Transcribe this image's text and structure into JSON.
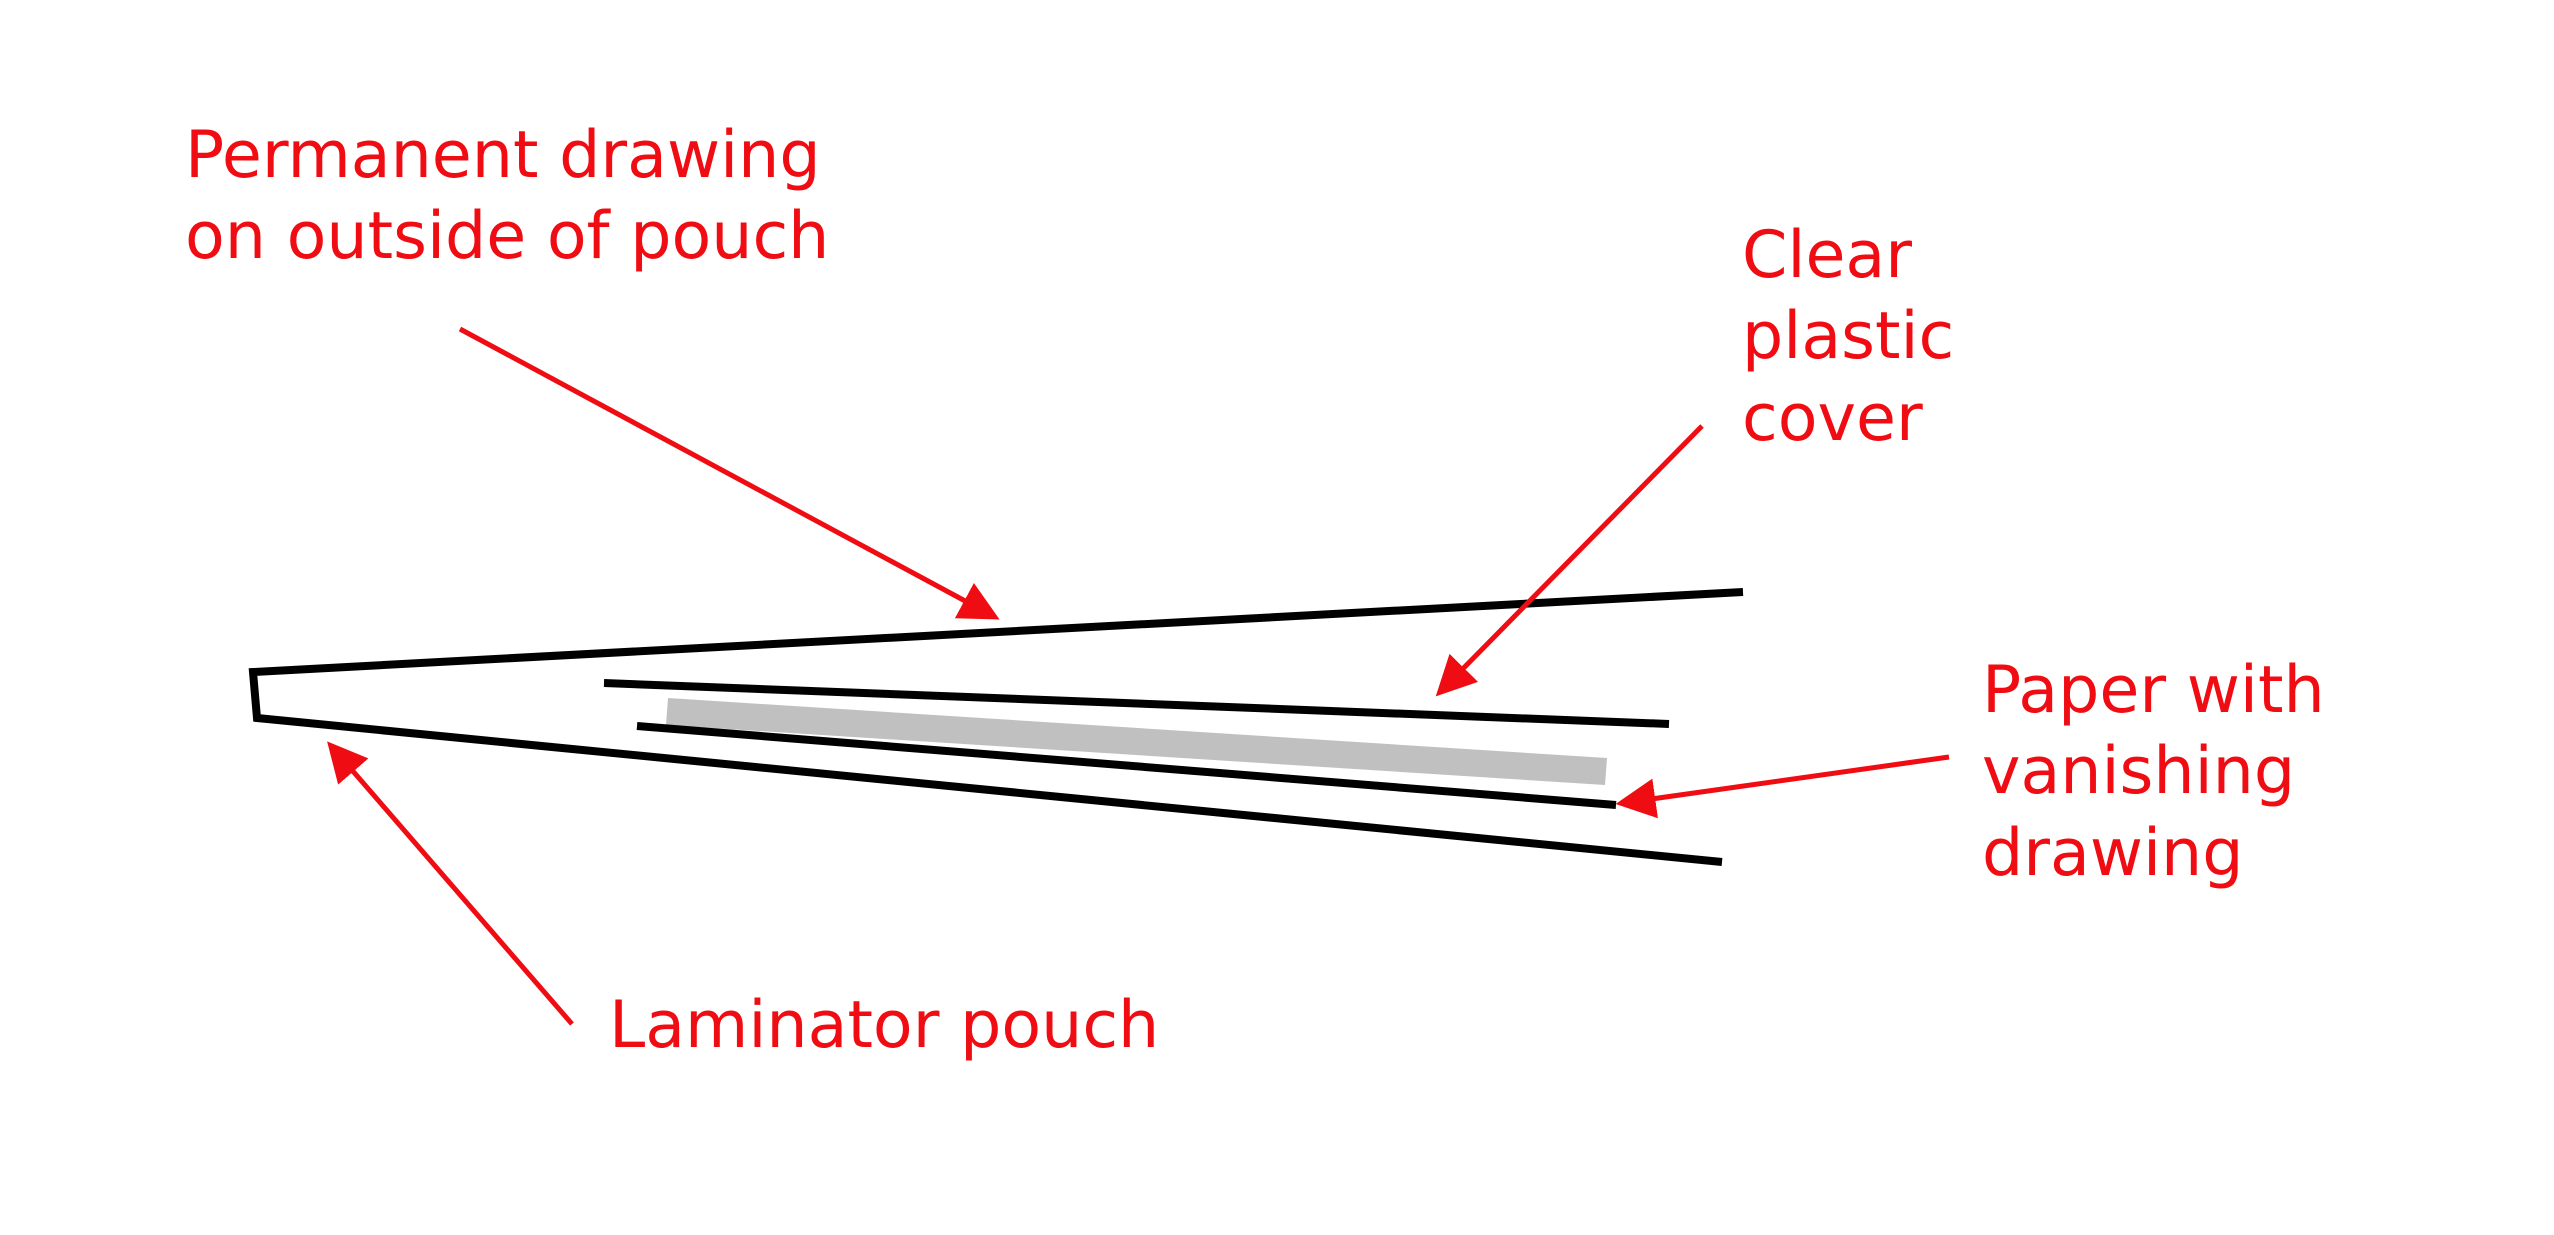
{
  "labels": {
    "permanent": [
      "Permanent drawing",
      "on outside of pouch"
    ],
    "clear": [
      "Clear",
      "plastic",
      "cover"
    ],
    "paper": [
      "Paper with",
      "vanishing",
      "drawing"
    ],
    "laminator": [
      "Laminator pouch"
    ]
  },
  "colors": {
    "annotation": "#ef0c12",
    "line": "#000000",
    "paper_fill": "#c0c0c0",
    "background": "#ffffff"
  }
}
